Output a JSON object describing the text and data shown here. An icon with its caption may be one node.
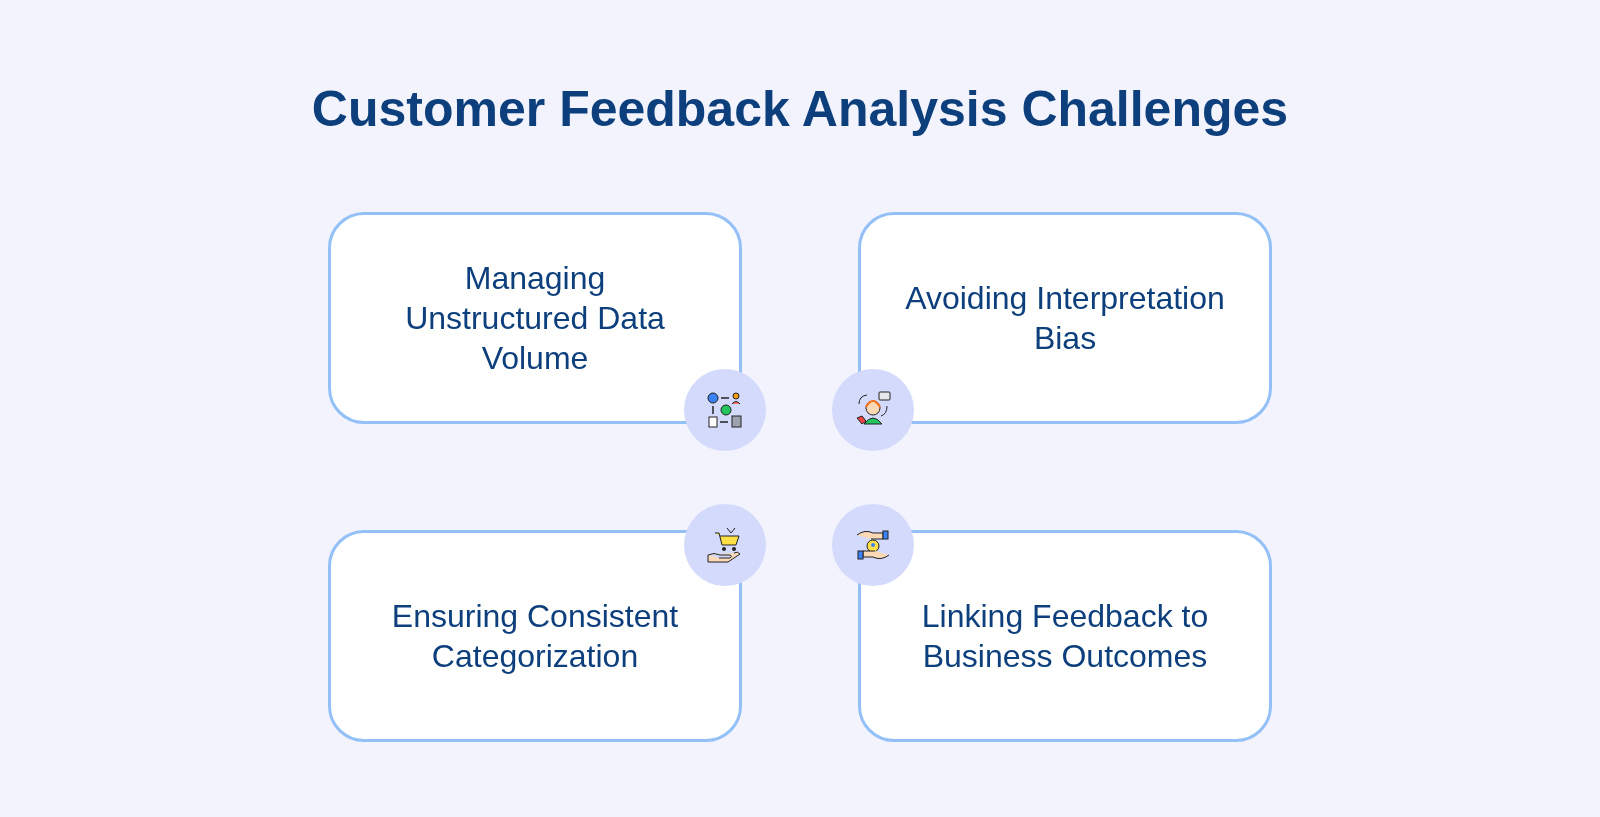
{
  "diagram": {
    "title": "Customer Feedback Analysis Challenges",
    "nodes": [
      {
        "text": [
          "Managing Unstructured Data Volume"
        ]
      },
      {
        "text": [
          "Avoiding Interpretation Bias"
        ]
      },
      {
        "text": [
          "Ensuring Consistent Categorization"
        ]
      },
      {
        "text": [
          "Linking Feedback to Business Outcomes"
        ]
      }
    ]
  }
}
